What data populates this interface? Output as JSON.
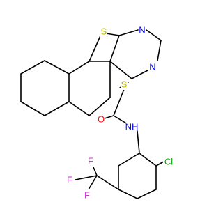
{
  "colors": {
    "carbon_bond": "#000000",
    "N": "#0000ff",
    "S": "#b8b800",
    "O": "#ff0000",
    "Cl": "#00aa00",
    "F": "#cc33cc"
  },
  "atoms": [
    {
      "id": "s_thiophene",
      "symbol": "S",
      "text": "S"
    },
    {
      "id": "n_pyrimidine_1",
      "symbol": "N",
      "text": "N"
    },
    {
      "id": "n_pyrimidine_2",
      "symbol": "N",
      "text": "N"
    },
    {
      "id": "s_thioether",
      "symbol": "S",
      "text": "S"
    },
    {
      "id": "o_carbonyl",
      "symbol": "O",
      "text": "O"
    },
    {
      "id": "nh_amide",
      "symbol": "N",
      "text": "NH"
    },
    {
      "id": "cl",
      "symbol": "Cl",
      "text": "Cl"
    },
    {
      "id": "f_top",
      "symbol": "F",
      "text": "F"
    },
    {
      "id": "f_left",
      "symbol": "F",
      "text": "F"
    },
    {
      "id": "f_bottom",
      "symbol": "F",
      "text": "F"
    }
  ]
}
